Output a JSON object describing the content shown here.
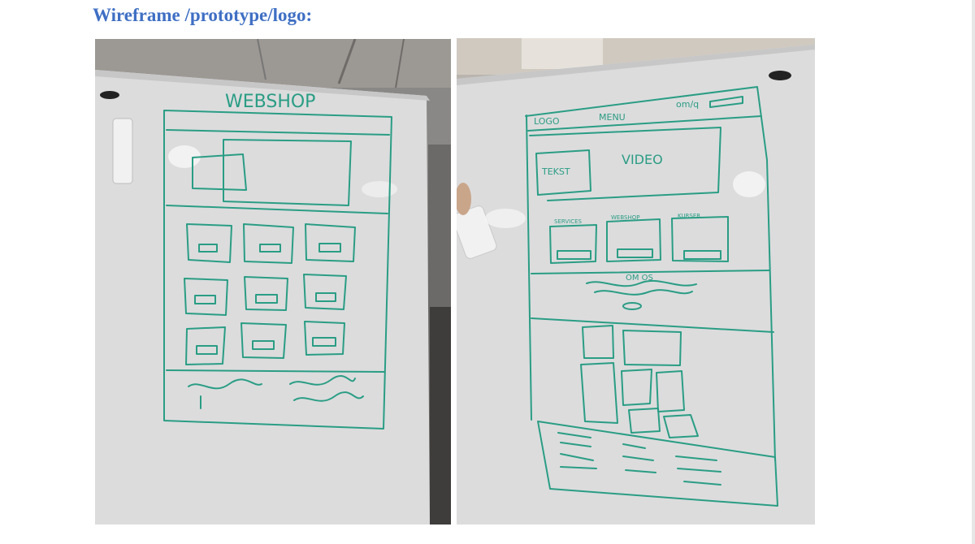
{
  "heading": "Wireframe /prototype/logo:",
  "left_whiteboard": {
    "label": "WEBSHOP"
  },
  "right_whiteboard": {
    "logo": "LOGO",
    "menu": "MENU",
    "top_right": "om/q",
    "video": "VIDEO",
    "tekst": "TEKST",
    "section1": "SERVICES",
    "section2": "WEBSHOP",
    "section3": "KURSER",
    "about": "OM OS"
  },
  "colors": {
    "heading": "#3f6fc4",
    "marker": "#2a9d84",
    "board": "#dcdcdd"
  }
}
